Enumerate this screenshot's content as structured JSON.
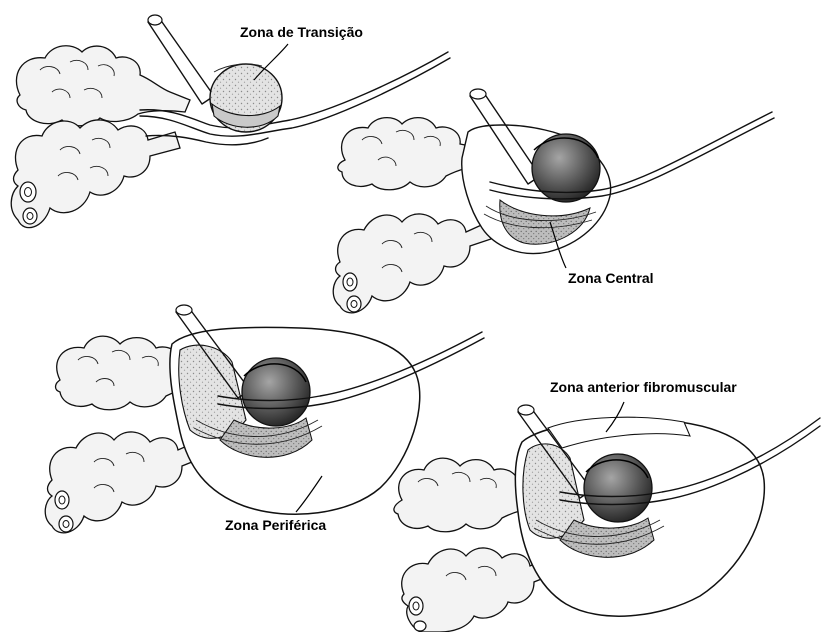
{
  "labels": {
    "transition_zone": "Zona de Transição",
    "central_zone": "Zona Central",
    "peripheral_zone": "Zona Periférica",
    "anterior_fibromuscular_zone": "Zona anterior fibromuscular"
  },
  "colors": {
    "ink": "#111111",
    "shading_light": "#e4e4e4",
    "shading_mid": "#c9c9c9",
    "shading_dark": "#6e6e6e",
    "background": "#ffffff"
  }
}
